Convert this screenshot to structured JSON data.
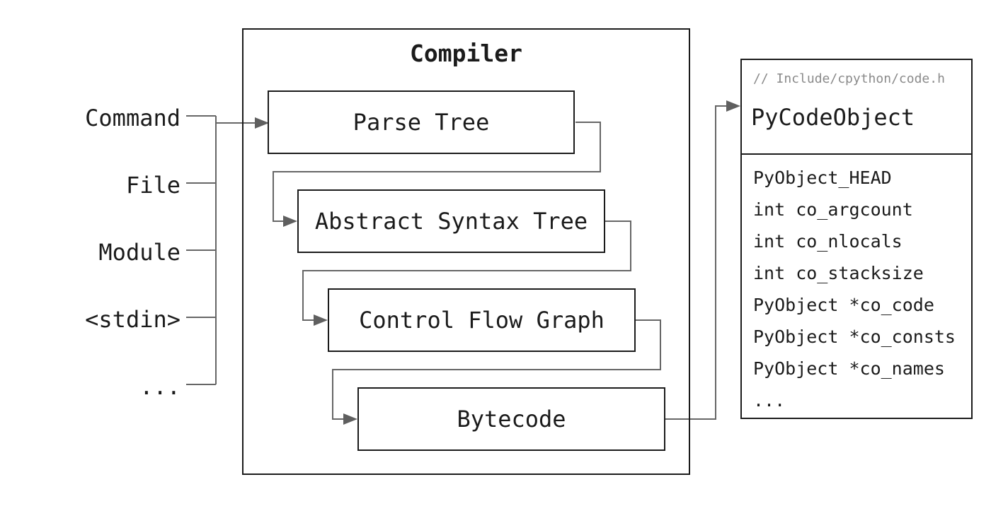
{
  "diagram": {
    "compiler": {
      "title": "Compiler",
      "stages": [
        "Parse Tree",
        "Abstract Syntax Tree",
        "Control Flow Graph",
        "Bytecode"
      ]
    },
    "inputs": [
      "Command",
      "File",
      "Module",
      "<stdin>",
      "..."
    ],
    "output_struct": {
      "comment": "// Include/cpython/code.h",
      "title": "PyCodeObject",
      "fields": [
        "PyObject_HEAD",
        "int co_argcount",
        "int co_nlocals",
        "int co_stacksize",
        "PyObject *co_code",
        "PyObject *co_consts",
        "PyObject *co_names",
        "..."
      ]
    },
    "colors": {
      "border": "#1b1b1b",
      "connector": "#666666",
      "text": "#1b1b1b",
      "comment_text": "#8a8a8a",
      "background": "#ffffff"
    }
  }
}
